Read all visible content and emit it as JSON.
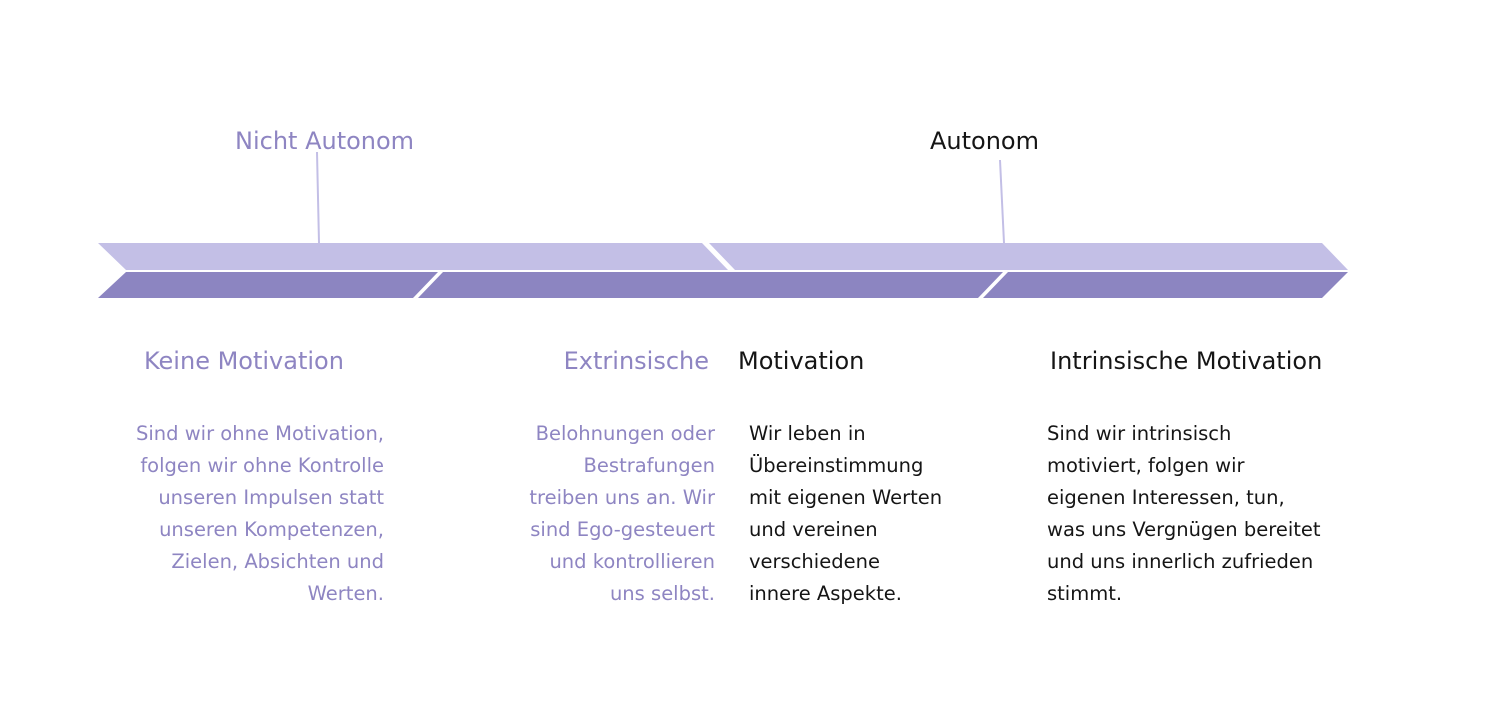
{
  "autonomy_labels": {
    "left": "Nicht Autonom",
    "right": "Autonom"
  },
  "columns": [
    {
      "heading": "Keine Motivation",
      "body": [
        "Sind wir ohne Motivation,",
        "folgen wir ohne Kontrolle",
        "unseren Impulsen statt",
        "unseren Kompetenzen,",
        "Zielen, Absichten und",
        "Werten."
      ]
    },
    {
      "heading": "Extrinsische",
      "body": [
        "Belohnungen oder",
        "Bestrafungen",
        "treiben uns an. Wir",
        "sind Ego-gesteuert",
        "und kontrollieren",
        "uns selbst."
      ]
    },
    {
      "heading": "Motivation",
      "body": [
        "Wir leben in",
        "Übereinstimmung",
        "mit eigenen Werten",
        "und vereinen",
        "verschiedene",
        "innere Aspekte."
      ]
    },
    {
      "heading": "Intrinsische Motivation",
      "body": [
        "Sind wir intrinsisch",
        "motiviert, folgen wir",
        "eigenen Interessen, tun,",
        "was uns Vergnügen bereitet",
        "und uns innerlich zufrieden",
        "stimmt."
      ]
    }
  ],
  "colors": {
    "light_band": "#c3bfe6",
    "dark_band": "#8c85c1",
    "purple_text": "#8e85c2",
    "black_text": "#151515"
  }
}
